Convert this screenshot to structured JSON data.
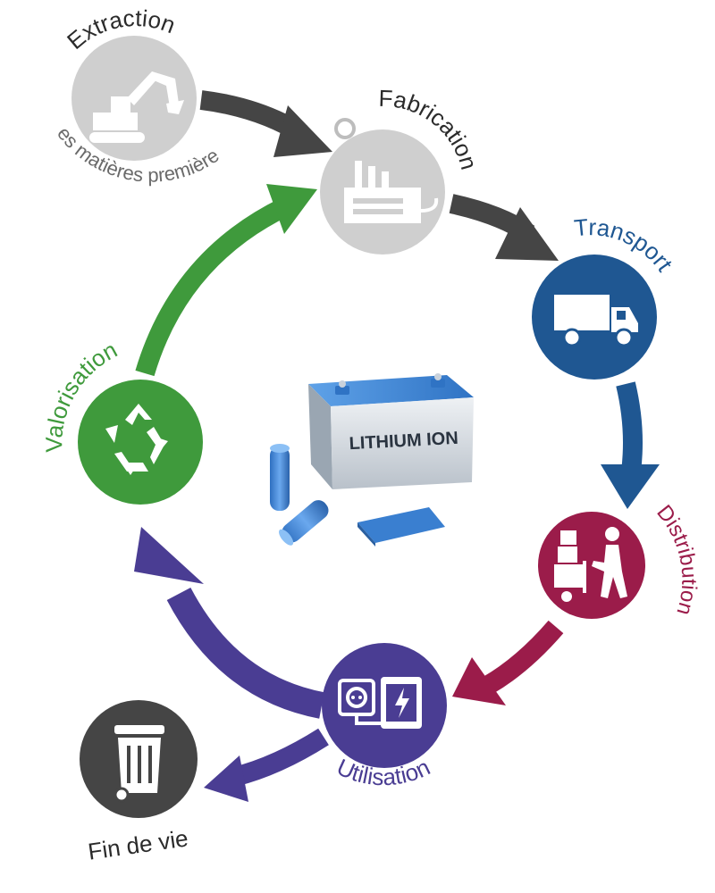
{
  "stages": {
    "extraction": {
      "title": "Extraction",
      "subtitle": "des matières premières",
      "icon": "excavator-icon",
      "color": "#cfcfcf",
      "text_color": "#2b2b2b"
    },
    "fabrication": {
      "title": "Fabrication",
      "icon": "factory-icon",
      "color": "#cfcfcf",
      "text_color": "#2b2b2b"
    },
    "transport": {
      "title": "Transport",
      "icon": "truck-icon",
      "color": "#1f5792",
      "text_color": "#1f5792"
    },
    "distribution": {
      "title": "Distribution",
      "icon": "hand-truck-icon",
      "color": "#9b1c4a",
      "text_color": "#9b1c4a"
    },
    "utilisation": {
      "title": "Utilisation",
      "icon": "plug-battery-icon",
      "color": "#4a3d93",
      "text_color": "#4a3d93"
    },
    "valorisation": {
      "title": "Valorisation",
      "icon": "recycle-icon",
      "color": "#3f9a3c",
      "text_color": "#3f9a3c"
    },
    "fin_de_vie": {
      "title": "Fin de vie",
      "icon": "trash-bin-icon",
      "color": "#454545",
      "text_color": "#2b2b2b"
    }
  },
  "center": {
    "battery_label": "LITHIUM ION",
    "icon": "battery-icon",
    "color": "#3a7fd0"
  },
  "arrow_colors": {
    "dark": "#454545",
    "blue": "#1f5792",
    "red": "#9b1c4a",
    "purple": "#4a3d93",
    "green": "#3f9a3c"
  }
}
